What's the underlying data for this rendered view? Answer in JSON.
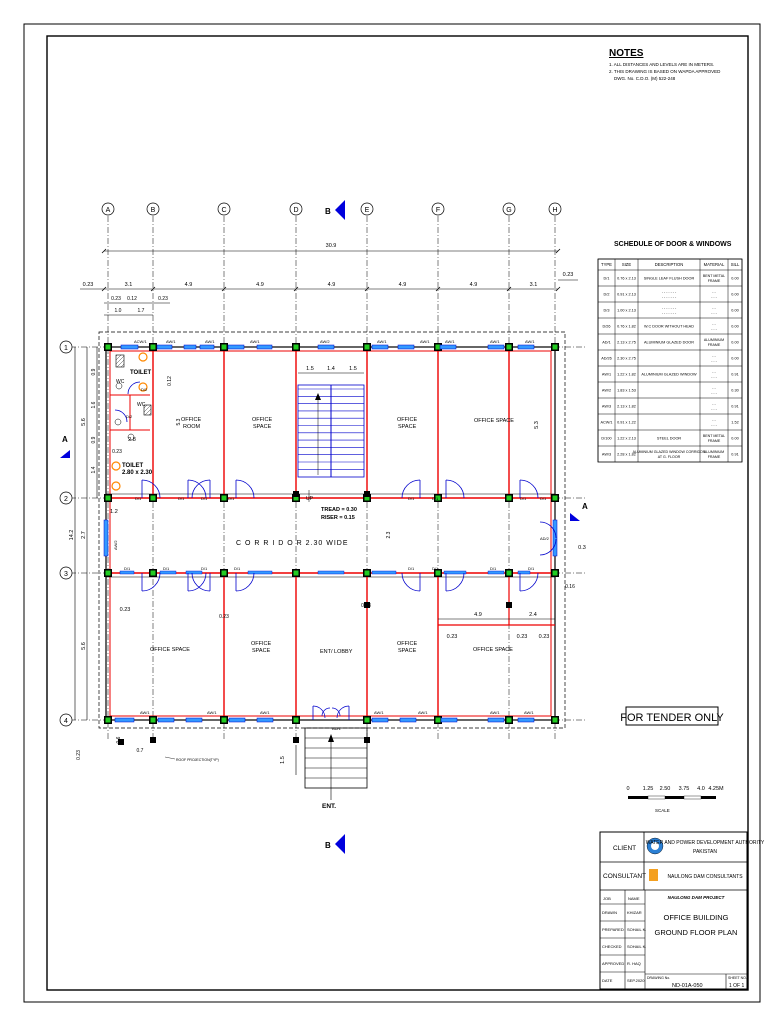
{
  "notes": {
    "heading": "NOTES",
    "lines": [
      "1. ALL DISTANCES AND LEVELS ARE IN METERS.",
      "2. THIS DRAWING IS BASED ON WAPDA APPROVED",
      "DWG. No. C.D.O. (M) 522-248"
    ]
  },
  "grid_letters": [
    "A",
    "B",
    "C",
    "D",
    "E",
    "F",
    "G",
    "H"
  ],
  "grid_numbers": [
    "1",
    "2",
    "3",
    "4"
  ],
  "section_marks": {
    "a": "A",
    "b": "B"
  },
  "dimensions": {
    "overall": "30.9",
    "top_spans": [
      "3.1",
      "4.9",
      "4.9",
      "4.9",
      "4.9",
      "4.9",
      "3.1"
    ],
    "left_edge": "0.23",
    "right_edge": "0.23",
    "wc_dims": [
      "0.23",
      "0.12",
      "0.23"
    ],
    "wc_sub": [
      "1.0",
      "1.7"
    ],
    "stair_dims": [
      "1.5",
      "1.4",
      "1.5"
    ],
    "left_vertical": [
      "14.2",
      "5.6",
      "2.7",
      "5.6"
    ],
    "left_small": [
      "0.9",
      "1.6",
      "0.9",
      "1.4"
    ],
    "v_53": "5.3",
    "v_012": "0.12",
    "v_23a": "2.3",
    "d_12": "1.2",
    "d_03": "0.3",
    "d_016": "0.16",
    "d_28": "2.8",
    "d_023_list": [
      "0.23",
      "0.23",
      "0.23",
      "0.23",
      "0.23",
      "0.23",
      "0.23"
    ],
    "d_49": "4.9",
    "d_24": "2.4",
    "d_15": "1.5",
    "d_06": "0.6",
    "d_07": "0.7"
  },
  "rooms": {
    "office_room": "OFFICE\nROOM",
    "office_space": "OFFICE\nSPACE",
    "office_space_wide": "OFFICE SPACE",
    "toilet": "TOILET",
    "toilet_size": "TOILET\n2.80 x 2.30",
    "wc": "WC",
    "corridor": "C O R R I D O R     2.30   WIDE",
    "lobby": "ENT/ LOBBY",
    "tread": "TREAD = 0.30",
    "riser": "RISER = 0.15",
    "up": "UP",
    "entrance": "ENT.",
    "roof_projection": "ROOF PROJECTION(TYP)"
  },
  "tags": {
    "aw1": "AW/1",
    "aw2": "AW/2",
    "acw1": "ACW/1",
    "d1": "D/1",
    "d2": "D/2",
    "d3": "D/3",
    "d4": "D/4",
    "ad1": "AD/1",
    "ad2": "AD/2",
    "d100": "D/100"
  },
  "schedule": {
    "title": "SCHEDULE OF DOOR & WINDOWS",
    "headers": [
      "TYPE",
      "SIZE",
      "DESCRIPTION",
      "MATERIAL",
      "SILL"
    ],
    "rows": [
      [
        "D/1",
        "0.76 x 2.13",
        "SINGLE LEAF FLUSH DOOR",
        "BENT METAL FRAME",
        "0.00"
      ],
      [
        "D/2",
        "0.91 x 2.13",
        "- - - - - - - - - - - - - -",
        "- - - - -",
        "0.00"
      ],
      [
        "D/3",
        "1.00 x 2.13",
        "- - - - - - - - - - - - - -",
        "- - - - -",
        "0.00"
      ],
      [
        "D/26",
        "0.76 x 1.82",
        "W.C DOOR WITHOUT HEAD",
        "- - - - -",
        "0.00"
      ],
      [
        "AD/1",
        "2.13 x 2.75",
        "ALUMINIUM GLAZED DOOR",
        "ALUMINIUM FRAME",
        "0.00"
      ],
      [
        "AD/26",
        "2.30 x 2.75",
        "",
        "- - - - -",
        "0.00"
      ],
      [
        "AW/1",
        "1.22 x 1.82",
        "ALUMINIUM GLAZED WINDOW",
        "- - - - -",
        "0.91"
      ],
      [
        "AW/2",
        "1.83 x 1.53",
        "",
        "- - - - -",
        "0.30"
      ],
      [
        "AW/3",
        "2.13 x 1.82",
        "",
        "- - - - -",
        "0.91"
      ],
      [
        "ACW/1",
        "0.91 x 1.22",
        "",
        "- - - - -",
        "1.52"
      ],
      [
        "D/100",
        "1.22 x 2.13",
        "STEEL DOOR",
        "BENT METAL FRAME",
        "0.00"
      ],
      [
        "AW/3",
        "2.28 x 1.82",
        "ALUMINIUM GLAZED WINDOW CORRIDOR AT G. FLOOR",
        "ALUMINIUM FRAME",
        "0.91"
      ]
    ]
  },
  "tender": "FOR TENDER ONLY",
  "scale": {
    "ticks": [
      "0",
      "1.25",
      "2.50",
      "3.75",
      "4.0",
      "4.25M"
    ],
    "label": "SCALE"
  },
  "title_block": {
    "client_label": "CLIENT",
    "client_name": "WATER AND POWER DEVELOPMENT AUTHORITY, PAKISTAN",
    "consultant_label": "CONSULTANT",
    "consultant_name": "NAULONG DAM CONSULTANTS",
    "job_label": "JOB",
    "name_label": "NAME",
    "project": "NAULONG DAM PROJECT",
    "drawing_title_1": "OFFICE BUILDING",
    "drawing_title_2": "GROUND FLOOR PLAN",
    "people": [
      [
        "DRAWN",
        "KHIZAR"
      ],
      [
        "PREPARED",
        "SOHAIL K."
      ],
      [
        "CHECKED",
        "SOHAIL K."
      ],
      [
        "APPROVED",
        "R. HAQ"
      ],
      [
        "DATE",
        "SEP.2020"
      ]
    ],
    "drawing_no_label": "DRAWING No.",
    "drawing_no": "ND-01A-050",
    "sheet_label": "SHEET NO.",
    "sheet_no": "1 OF 1"
  }
}
